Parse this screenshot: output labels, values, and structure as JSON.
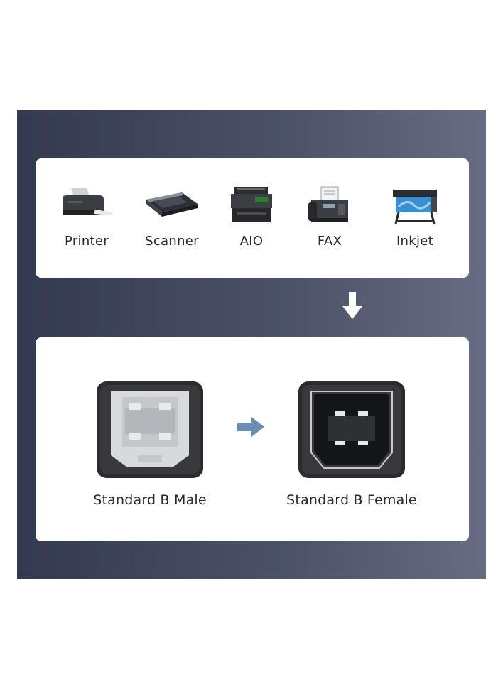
{
  "devices": [
    {
      "label": "Printer",
      "icon": "printer-icon"
    },
    {
      "label": "Scanner",
      "icon": "scanner-icon"
    },
    {
      "label": "AIO",
      "icon": "aio-icon"
    },
    {
      "label": "FAX",
      "icon": "fax-icon"
    },
    {
      "label": "Inkjet",
      "icon": "inkjet-icon"
    }
  ],
  "connectors": {
    "male": {
      "label": "Standard B Male",
      "icon": "usb-b-male-icon"
    },
    "female": {
      "label": "Standard B Female",
      "icon": "usb-b-female-icon"
    }
  },
  "colors": {
    "background_dark": "#333a50",
    "background_light": "#666c82",
    "arrow_blue": "#6a8fb5"
  }
}
